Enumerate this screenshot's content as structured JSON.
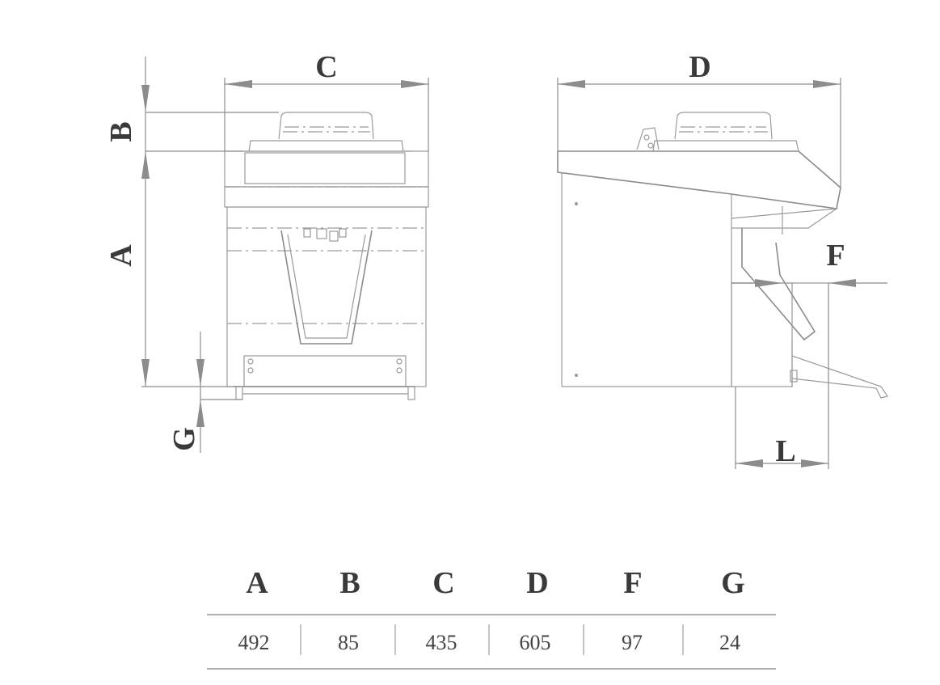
{
  "dimension_labels": {
    "A": "A",
    "B": "B",
    "C": "C",
    "D": "D",
    "F": "F",
    "G": "G",
    "L": "L"
  },
  "table": {
    "headers": [
      "A",
      "B",
      "C",
      "D",
      "F",
      "G"
    ],
    "values": [
      "492",
      "85",
      "435",
      "605",
      "97",
      "24"
    ]
  }
}
